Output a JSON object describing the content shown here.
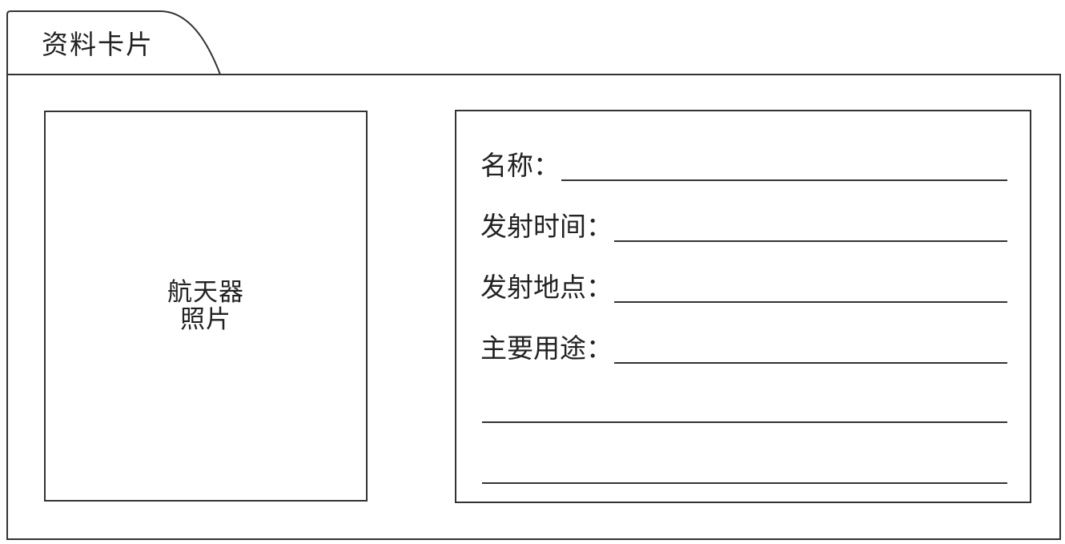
{
  "card": {
    "tab_title": "资料卡片",
    "photo_label_line1": "航天器",
    "photo_label_line2": "照片",
    "fields": [
      {
        "label": "名称："
      },
      {
        "label": "发射时间："
      },
      {
        "label": "发射地点："
      },
      {
        "label": "主要用途："
      }
    ],
    "extra_blank_lines": 2
  }
}
